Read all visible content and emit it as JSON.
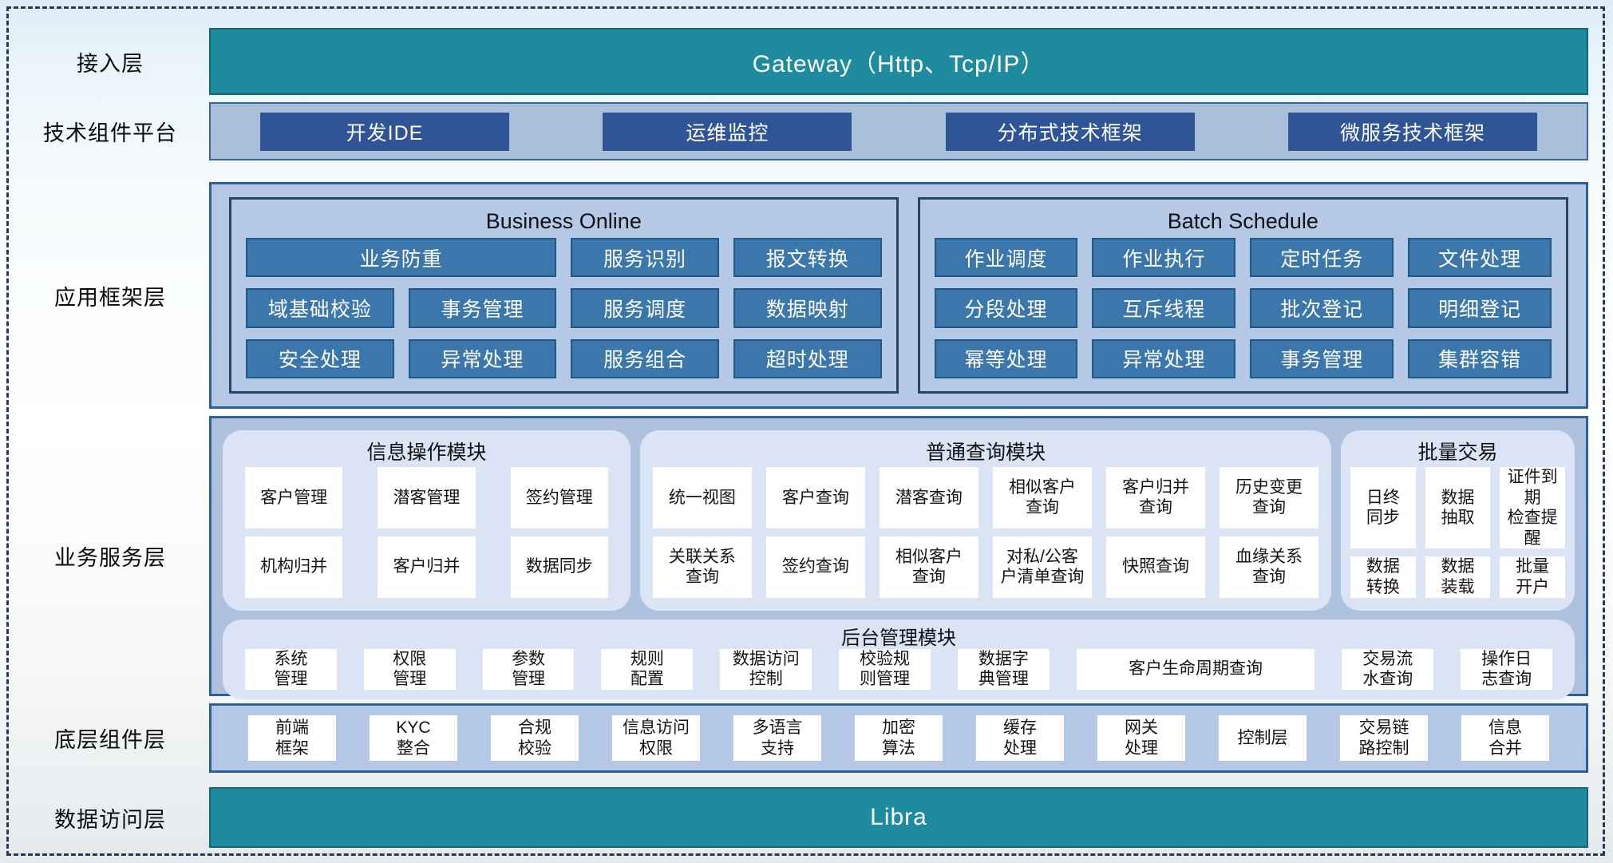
{
  "layers": {
    "access": {
      "label": "接入层",
      "bar": "Gateway（Http、Tcp/IP）"
    },
    "tech": {
      "label": "技术组件平台",
      "items": [
        "开发IDE",
        "运维监控",
        "分布式技术框架",
        "微服务技术框架"
      ]
    },
    "framework": {
      "label": "应用框架层",
      "business_online": {
        "title": "Business Online",
        "row1": [
          {
            "label": "业务防重",
            "span": 2.12
          },
          {
            "label": "服务识别"
          },
          {
            "label": "报文转换"
          }
        ],
        "row2": [
          {
            "label": "域基础校验"
          },
          {
            "label": "事务管理"
          },
          {
            "label": "服务调度"
          },
          {
            "label": "数据映射"
          }
        ],
        "row3": [
          {
            "label": "安全处理"
          },
          {
            "label": "异常处理"
          },
          {
            "label": "服务组合"
          },
          {
            "label": "超时处理"
          }
        ]
      },
      "batch_schedule": {
        "title": "Batch Schedule",
        "row1": [
          {
            "label": "作业调度"
          },
          {
            "label": "作业执行"
          },
          {
            "label": "定时任务"
          },
          {
            "label": "文件处理"
          }
        ],
        "row2": [
          {
            "label": "分段处理"
          },
          {
            "label": "互斥线程"
          },
          {
            "label": "批次登记"
          },
          {
            "label": "明细登记"
          }
        ],
        "row3": [
          {
            "label": "幂等处理"
          },
          {
            "label": "异常处理"
          },
          {
            "label": "事务管理"
          },
          {
            "label": "集群容错"
          }
        ]
      }
    },
    "service": {
      "label": "业务服务层",
      "info_module": {
        "title": "信息操作模块",
        "cells": [
          "客户管理",
          "潜客管理",
          "签约管理",
          "机构归并",
          "客户归并",
          "数据同步"
        ]
      },
      "query_module": {
        "title": "普通查询模块",
        "cells": [
          "统一视图",
          "客户查询",
          "潜客查询",
          "相似客户\n查询",
          "客户归并\n查询",
          "历史变更\n查询",
          "关联关系\n查询",
          "签约查询",
          "相似客户\n查询",
          "对私/公客\n户清单查询",
          "快照查询",
          "血缘关系\n查询"
        ]
      },
      "batch_module": {
        "title": "批量交易",
        "cells": [
          "日终\n同步",
          "数据\n抽取",
          "证件到期\n检查提醒",
          "数据\n转换",
          "数据\n装载",
          "批量\n开户"
        ]
      },
      "admin_module": {
        "title": "后台管理模块",
        "cells": [
          {
            "label": "系统\n管理"
          },
          {
            "label": "权限\n管理"
          },
          {
            "label": "参数\n管理"
          },
          {
            "label": "规则\n配置"
          },
          {
            "label": "数据访问\n控制"
          },
          {
            "label": "校验规\n则管理"
          },
          {
            "label": "数据字\n典管理"
          },
          {
            "label": "客户生命周期查询",
            "span": 2.6
          },
          {
            "label": "交易流\n水查询"
          },
          {
            "label": "操作日\n志查询"
          }
        ]
      }
    },
    "base": {
      "label": "底层组件层",
      "cells": [
        "前端\n框架",
        "KYC\n整合",
        "合规\n校验",
        "信息访问\n权限",
        "多语言\n支持",
        "加密\n算法",
        "缓存\n处理",
        "网关\n处理",
        "控制层",
        "交易链\n路控制",
        "信息\n合并"
      ]
    },
    "data_access": {
      "label": "数据访问层",
      "bar": "Libra"
    }
  },
  "colors": {
    "teal_bar": "#1e8b9f",
    "dark_blue_button": "#2f5597",
    "steel_blue_button": "#3c77ac",
    "layer_panel": "#b5c8e6",
    "module_panel": "#dbe4f4",
    "cell_bg": "#ffffff",
    "dashed_border": "#2a3a55"
  }
}
